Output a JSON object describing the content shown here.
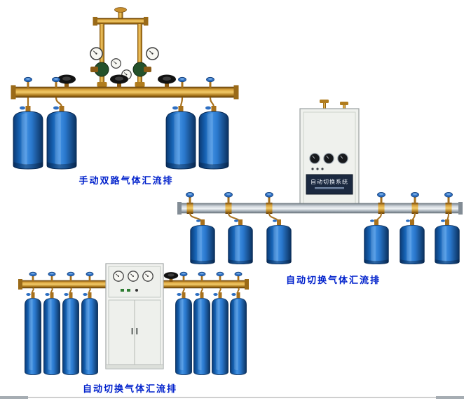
{
  "colors": {
    "page_background": "#ffffff",
    "caption_text": "#0021cc",
    "cylinder_blue": "#2a78cd",
    "brass": "#c9902e",
    "silver_pipe": "#c3ccd3",
    "cabinet_body": "#f1f3ef",
    "panel_navy": "#1b2940",
    "footer_line": "#cfcfcf"
  },
  "products": [
    {
      "caption": "手动双路气体汇流排",
      "cylinder_count": 4,
      "gauge_count": 4,
      "handwheel_valve_count": 3,
      "port_valve_count": 4
    },
    {
      "caption": "自动切换气体汇流排",
      "cabinet_panel_text": "自动切换系统",
      "cylinder_count": 6,
      "cabinet_gauge_count": 3,
      "port_valve_count": 6
    },
    {
      "caption": "自动切换气体汇流排",
      "cylinder_count": 8,
      "cabinet_gauge_count": 3,
      "port_valve_count": 8,
      "handwheel_valve_count": 1
    }
  ]
}
